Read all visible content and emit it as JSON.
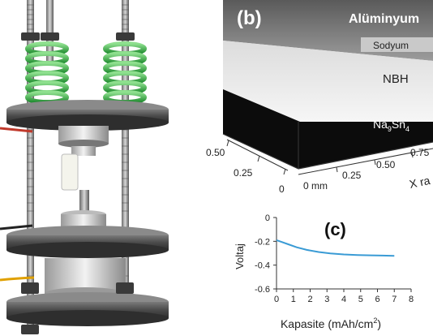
{
  "panel_b": {
    "label": "(b)",
    "layers": {
      "aluminum": "Alüminyum",
      "sodium": "Sodyum",
      "nbh": "NBH",
      "nasn_main": "Na",
      "nasn_sub1": "9",
      "nasn_mid": "Sn",
      "nasn_sub2": "4"
    },
    "left_axis_ticks": [
      "0.50",
      "0.25",
      "0"
    ],
    "front_axis_ticks": [
      "0 mm",
      "0.25",
      "0.50",
      "0.75"
    ],
    "front_axis_label": "X ra"
  },
  "panel_c": {
    "label": "(c)",
    "chart_data": {
      "type": "line",
      "ylabel": "Voltaj",
      "xlabel_main": "Kapasite (mAh/cm",
      "xlabel_sup": "2",
      "xlabel_end": ")",
      "xlim": [
        0,
        8
      ],
      "ylim": [
        -0.6,
        0.0
      ],
      "x_ticks": [
        "0",
        "1",
        "2",
        "3",
        "4",
        "5",
        "6",
        "7",
        "8"
      ],
      "y_ticks": [
        "0",
        "-0.2",
        "-0.4",
        "-0.6"
      ],
      "x_tick_values": [
        0,
        1,
        2,
        3,
        4,
        5,
        6,
        7,
        8
      ],
      "y_tick_values": [
        0,
        -0.2,
        -0.4,
        -0.6
      ],
      "series": [
        {
          "color": "#3a9bd5",
          "x": [
            0,
            0.3,
            0.7,
            1.2,
            1.8,
            2.5,
            3.2,
            4.0,
            4.8,
            5.6,
            6.3,
            7.0
          ],
          "y": [
            -0.19,
            -0.205,
            -0.225,
            -0.25,
            -0.272,
            -0.29,
            -0.302,
            -0.31,
            -0.315,
            -0.318,
            -0.32,
            -0.322
          ]
        }
      ]
    }
  }
}
